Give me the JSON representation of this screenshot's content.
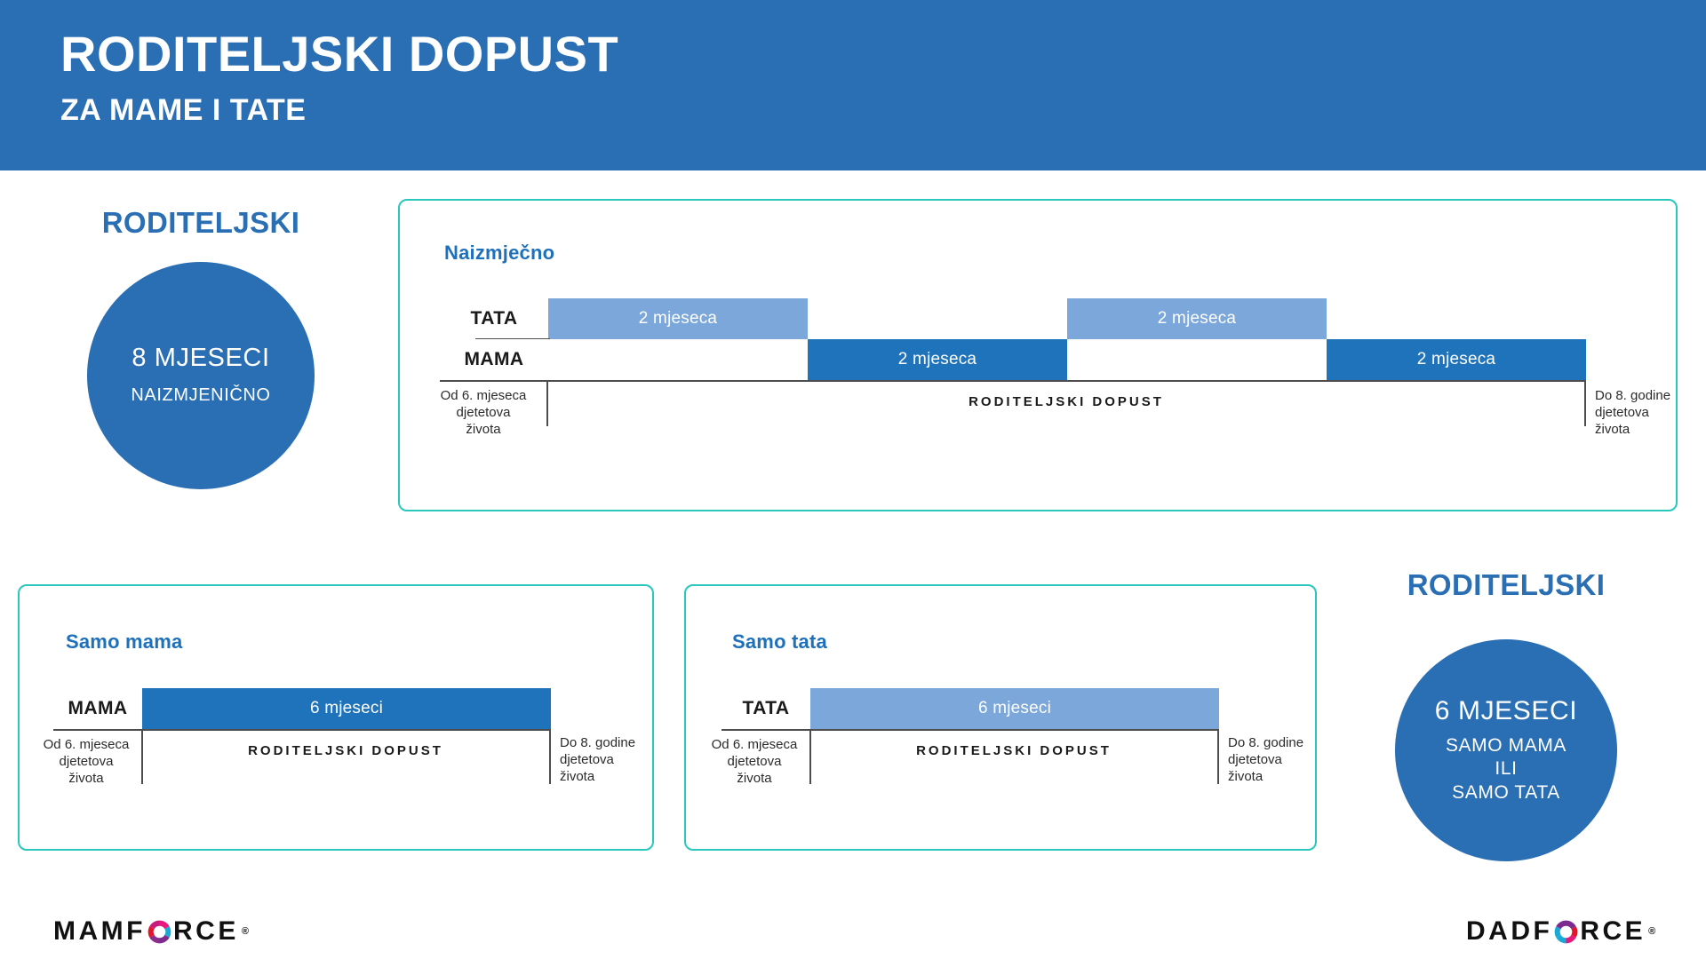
{
  "header": {
    "title": "RODITELJSKI DOPUST",
    "subtitle": "ZA MAME I TATE",
    "bg_color": "#2a6eb4"
  },
  "colors": {
    "header_blue": "#2a6eb4",
    "dark_blue_bar": "#1f73bb",
    "light_blue_bar": "#7ba7da",
    "panel_border_teal": "#29c7bd",
    "heading_blue": "#1f70bb",
    "rule_gray": "#4d4d4d"
  },
  "circles": [
    {
      "heading": "RODITELJSKI",
      "main": "8 MJESECI",
      "sub": "NAIZMJENIČNO"
    },
    {
      "heading": "RODITELJSKI",
      "main": "6 MJESECI",
      "sub": "SAMO MAMA\nILI\nSAMO TATA"
    }
  ],
  "panels": {
    "alternating": {
      "title": "Naizmječno",
      "start_note": "Od 6. mjeseca\ndjetetova\nživota",
      "center_note": "RODITELJSKI DOPUST",
      "end_note": "Do 8. godine\ndjetetova\nživota",
      "rows": [
        {
          "label": "TATA",
          "color": "light"
        },
        {
          "label": "MAMA",
          "color": "dark"
        }
      ]
    },
    "only_mama": {
      "title": "Samo mama",
      "row_label": "MAMA",
      "bar_label": "6 mjeseci",
      "start_note": "Od 6. mjeseca\ndjetetova\nživota",
      "center_note": "RODITELJSKI DOPUST",
      "end_note": "Do 8. godine\ndjetetova\nživota"
    },
    "only_tata": {
      "title": "Samo tata",
      "row_label": "TATA",
      "bar_label": "6 mjeseci",
      "start_note": "Od 6. mjeseca\ndjetetova\nživota",
      "center_note": "RODITELJSKI DOPUST",
      "end_note": "Do 8. godine\ndjetetova\nživota"
    }
  },
  "logos": [
    {
      "pre": "MAMF",
      "post": "RCE",
      "mark": "registered-mark",
      "ring": "force-ring-icon"
    },
    {
      "pre": "DADF",
      "post": "RCE",
      "mark": "registered-mark",
      "ring": "force-ring-icon"
    }
  ],
  "chart_data": {
    "type": "bar",
    "title": "Roditeljski dopust za mame i tate",
    "orientation": "horizontal-timeline",
    "xlabel": "RODITELJSKI DOPUST",
    "x_start_label": "Od 6. mjeseca djetetova života",
    "x_end_label": "Do 8. godine djetetova života",
    "unit": "mjeseci",
    "timeline_total_months": 8,
    "charts": [
      {
        "name": "Naizmječno",
        "total_months": 8,
        "series": [
          {
            "name": "TATA",
            "color": "#7ba7da",
            "segments": [
              {
                "label": "2 mjeseca",
                "start_month": 0,
                "months": 2
              },
              {
                "label": "2 mjeseca",
                "start_month": 4,
                "months": 2
              }
            ]
          },
          {
            "name": "MAMA",
            "color": "#1f73bb",
            "segments": [
              {
                "label": "2 mjeseca",
                "start_month": 2,
                "months": 2
              },
              {
                "label": "2 mjeseca",
                "start_month": 6,
                "months": 2
              }
            ]
          }
        ]
      },
      {
        "name": "Samo mama",
        "total_months": 6,
        "series": [
          {
            "name": "MAMA",
            "color": "#1f73bb",
            "segments": [
              {
                "label": "6 mjeseci",
                "start_month": 0,
                "months": 6
              }
            ]
          }
        ]
      },
      {
        "name": "Samo tata",
        "total_months": 6,
        "series": [
          {
            "name": "TATA",
            "color": "#7ba7da",
            "segments": [
              {
                "label": "6 mjeseci",
                "start_month": 0,
                "months": 6
              }
            ]
          }
        ]
      }
    ],
    "segment_labels": {
      "two_months": "2 mjeseca",
      "six_months": "6 mjeseci"
    }
  }
}
